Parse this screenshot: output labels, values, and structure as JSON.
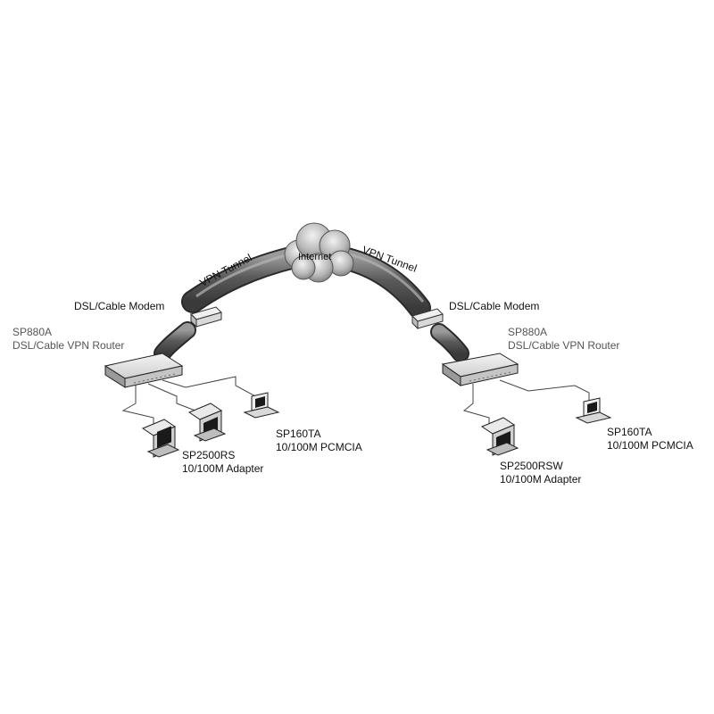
{
  "internet": {
    "label": "Internet"
  },
  "tunnels": {
    "left_label": "VPN Tunnel",
    "right_label": "VPN Tunnel"
  },
  "left_site": {
    "modem_label": "DSL/Cable Modem",
    "router": {
      "model": "SP880A",
      "desc": "DSL/Cable VPN Router"
    },
    "desktop": {
      "model": "SP2500RS",
      "desc": "10/100M Adapter"
    },
    "laptop": {
      "model": "SP160TA",
      "desc": "10/100M PCMCIA"
    }
  },
  "right_site": {
    "modem_label": "DSL/Cable Modem",
    "router": {
      "model": "SP880A",
      "desc": "DSL/Cable VPN Router"
    },
    "desktop": {
      "model": "SP2500RSW",
      "desc": "10/100M Adapter"
    },
    "laptop": {
      "model": "SP160TA",
      "desc": "10/100M PCMCIA"
    }
  }
}
